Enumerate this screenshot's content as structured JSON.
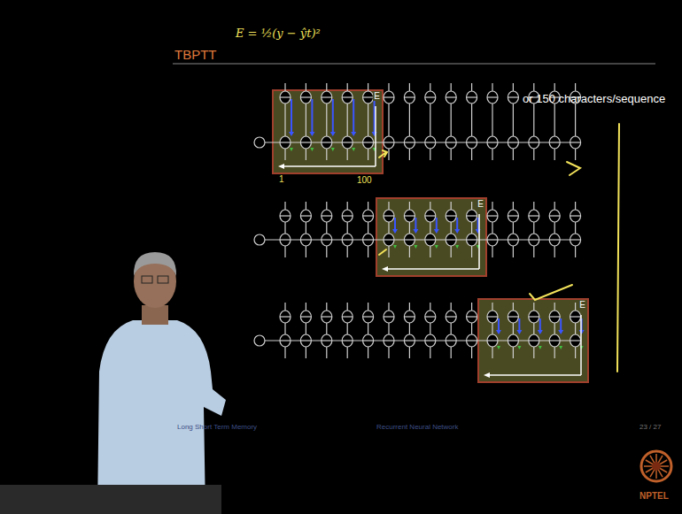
{
  "diagram": {
    "title": "TBPTT",
    "nodes": [
      {
        "text": [
          "E"
        ]
      },
      {
        "text": [
          "E"
        ]
      },
      {
        "text": [
          "E"
        ]
      }
    ],
    "labels": [
      "E = ½(y − ŷt)²",
      "1",
      "100",
      "or 150 characters/sequence",
      "Long Short Term Memory",
      "Recurrent Neural Network",
      "23 / 27",
      "NPTEL"
    ]
  }
}
